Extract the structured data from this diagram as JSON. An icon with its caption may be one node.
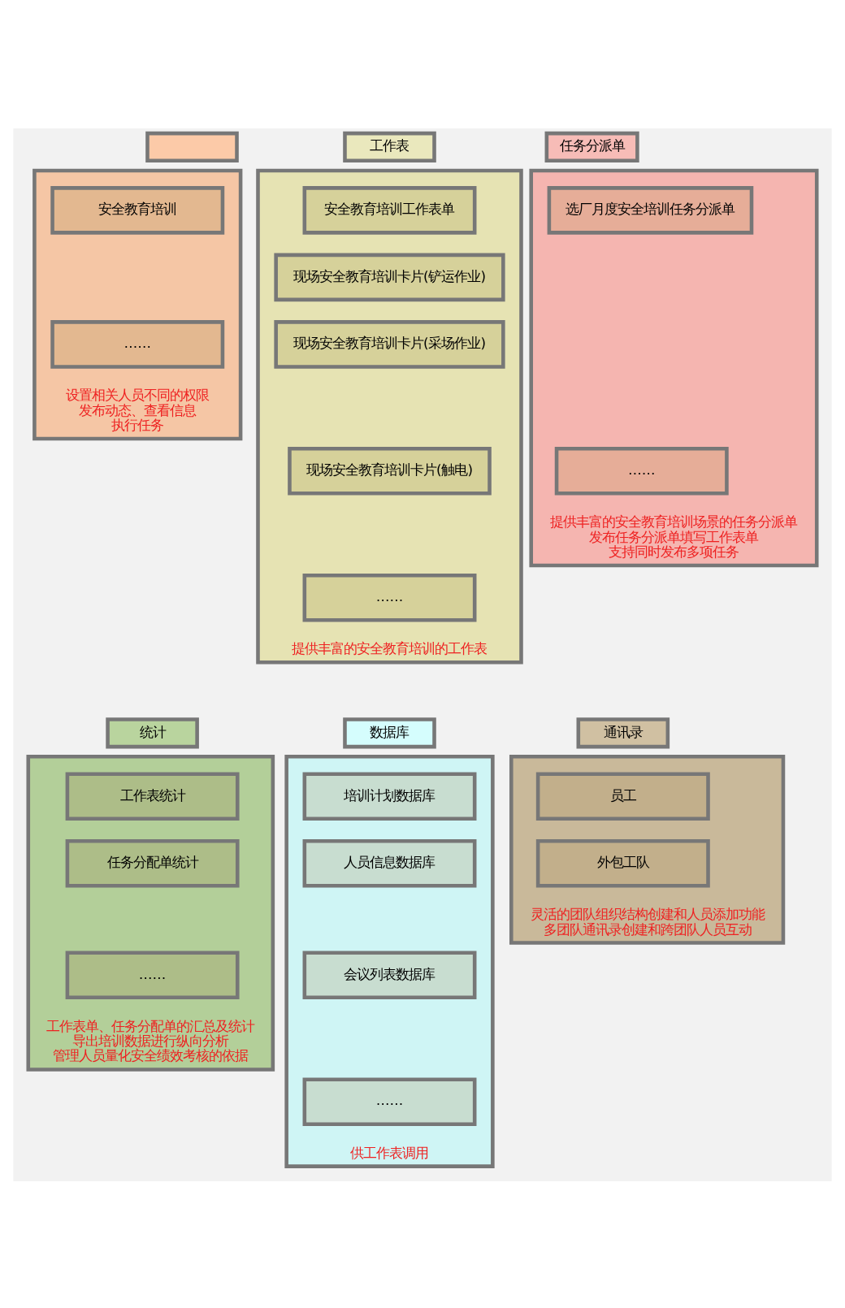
{
  "diagram": {
    "nodes": [
      {
        "text": [],
        "shape": "box"
      },
      {
        "text": [
          "设置相关人员不同的权限",
          "发布动态、查看信息",
          "执行任务"
        ]
      },
      {
        "text": [
          "安全教育培训"
        ],
        "in": 1
      },
      {
        "text": [
          "……"
        ],
        "in": 1
      },
      {
        "text": [
          "工作表"
        ]
      },
      {
        "text": [
          "提供丰富的安全教育培训的工作表"
        ]
      },
      {
        "text": [
          "安全教育培训工作表单"
        ],
        "in": 5
      },
      {
        "text": [
          "现场安全教育培训卡片(铲运作业)"
        ],
        "in": 5
      },
      {
        "text": [
          "现场安全教育培训卡片(采场作业)"
        ],
        "in": 5
      },
      {
        "text": [
          "现场安全教育培训卡片(触电)"
        ],
        "in": 5
      },
      {
        "text": [
          "……"
        ],
        "in": 5
      },
      {
        "text": [
          "任务分派单"
        ]
      },
      {
        "text": [
          "提供丰富的安全教育培训场景的任务分派单",
          "发布任务分派单填写工作表单",
          "支持同时发布多项任务"
        ]
      },
      {
        "text": [
          "选厂月度安全培训任务分派单"
        ],
        "in": 12
      },
      {
        "text": [
          "……"
        ],
        "in": 12
      },
      {
        "text": [
          "统计"
        ]
      },
      {
        "text": [
          "工作表单、任务分配单的汇总及统计",
          "导出培训数据进行纵向分析",
          "管理人员量化安全绩效考核的依据"
        ]
      },
      {
        "text": [
          "工作表统计"
        ],
        "in": 16
      },
      {
        "text": [
          "任务分配单统计"
        ],
        "in": 16
      },
      {
        "text": [
          "……"
        ],
        "in": 16
      },
      {
        "text": [
          "数据库"
        ]
      },
      {
        "text": [
          "供工作表调用"
        ]
      },
      {
        "text": [
          "培训计划数据库"
        ],
        "in": 21
      },
      {
        "text": [
          "人员信息数据库"
        ],
        "in": 21
      },
      {
        "text": [
          "会议列表数据库"
        ],
        "in": 21
      },
      {
        "text": [
          "……"
        ],
        "in": 21
      },
      {
        "text": [
          "通讯录"
        ]
      },
      {
        "text": [
          "灵活的团队组织结构创建和人员添加功能",
          "多团队通讯录创建和跨团队人员互动"
        ]
      },
      {
        "text": [
          "员工"
        ],
        "in": 27
      },
      {
        "text": [
          "外包工队"
        ],
        "in": 27
      }
    ],
    "edges": []
  }
}
